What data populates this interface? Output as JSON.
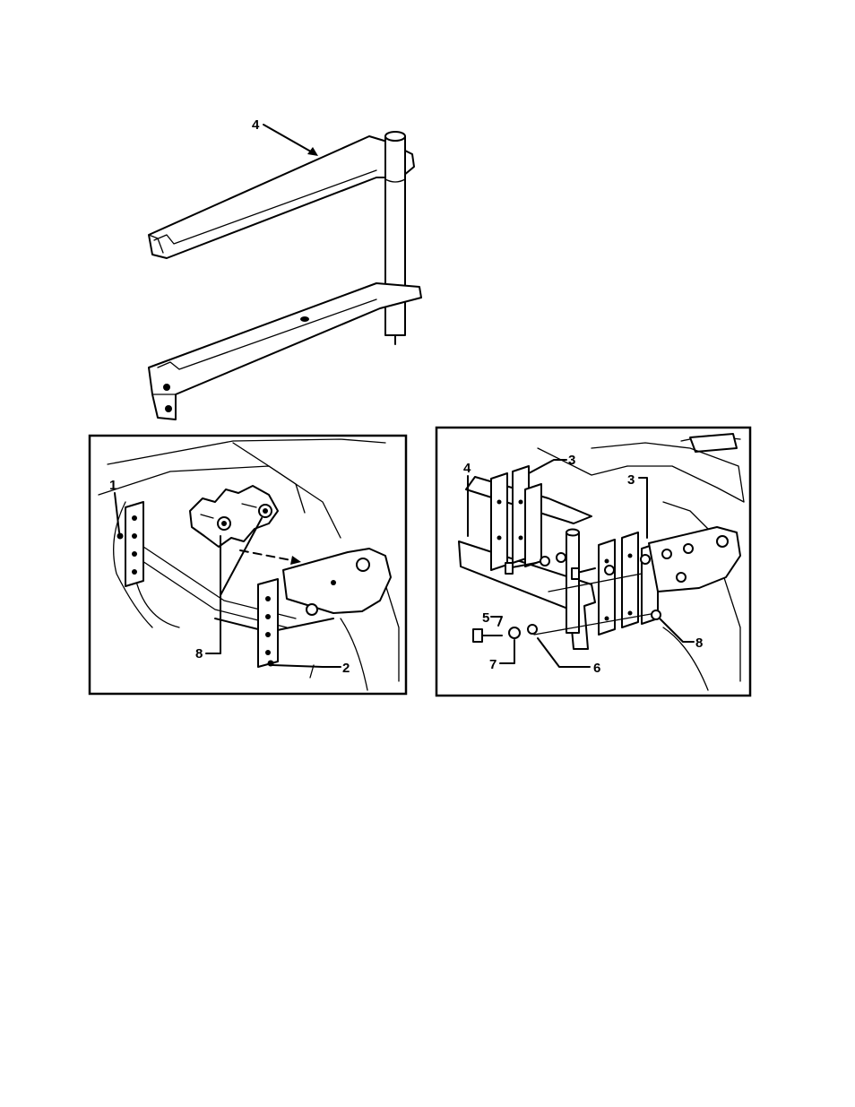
{
  "figures": {
    "top": {
      "callouts": [
        "4"
      ]
    },
    "left_panel": {
      "callouts": [
        "1",
        "8",
        "2"
      ]
    },
    "right_panel": {
      "callouts": [
        "3",
        "3",
        "4",
        "5",
        "7",
        "6",
        "8"
      ]
    }
  }
}
